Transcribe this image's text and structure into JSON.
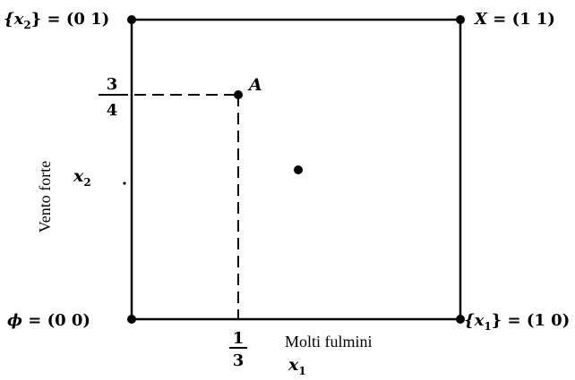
{
  "corners": {
    "top_left": {
      "set": "{x",
      "sub": "2",
      "close": "}",
      "eq": " = (0 1)"
    },
    "top_right": {
      "sym": "X",
      "eq": " = (1 1)"
    },
    "bottom_left": {
      "sym": "ϕ",
      "eq": " = (0 0)"
    },
    "bottom_right": {
      "set": "{x",
      "sub": "1",
      "close": "}",
      "eq": " = (1 0)"
    }
  },
  "point_a": {
    "label": "A",
    "x1": "1/3",
    "x2": "3/4"
  },
  "fractions": {
    "x2": {
      "num": "3",
      "den": "4"
    },
    "x1": {
      "num": "1",
      "den": "3"
    }
  },
  "axes": {
    "x1": {
      "var": "x",
      "sub": "1",
      "caption": "Molti fulmini"
    },
    "x2": {
      "var": "x",
      "sub": "2",
      "caption": "Vento forte"
    }
  },
  "center_point": {
    "x1": 0.5,
    "x2": 0.5
  }
}
